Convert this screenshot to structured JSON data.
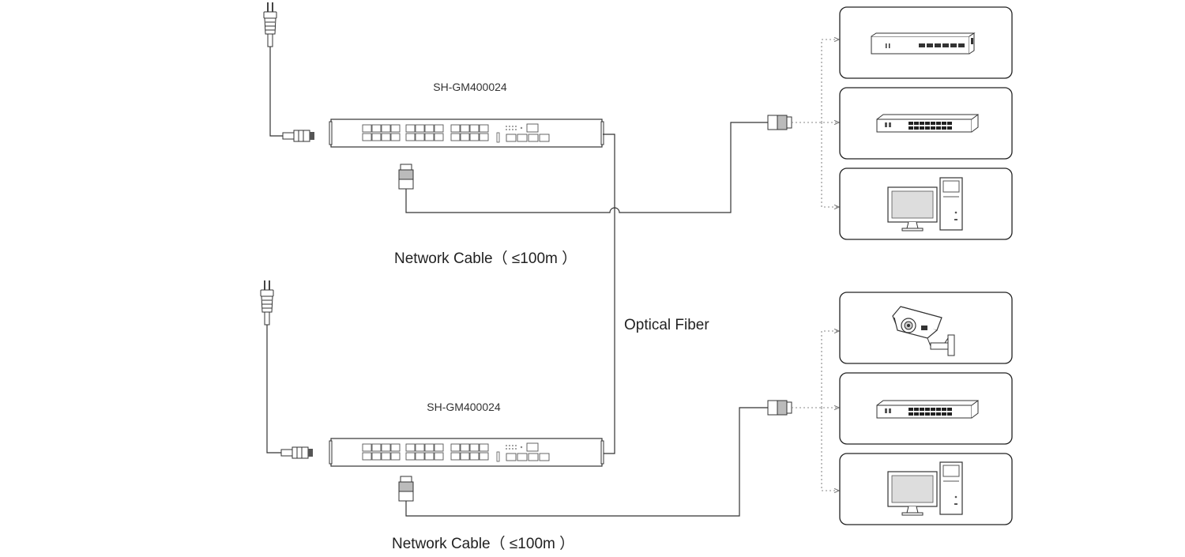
{
  "switches": [
    {
      "model": "SH-GM400024"
    },
    {
      "model": "SH-GM400024"
    }
  ],
  "cables": [
    {
      "label": "Network Cable（ ≤100m ）"
    },
    {
      "label": "Network Cable（ ≤100m ）"
    }
  ],
  "fiber": {
    "label": "Optical Fiber"
  },
  "icons": {
    "plug": "power-plug-icon",
    "connector": "rj45-connector-icon",
    "router": "router-icon",
    "switch": "switch-icon",
    "computer": "computer-icon",
    "camera": "cctv-camera-icon"
  }
}
